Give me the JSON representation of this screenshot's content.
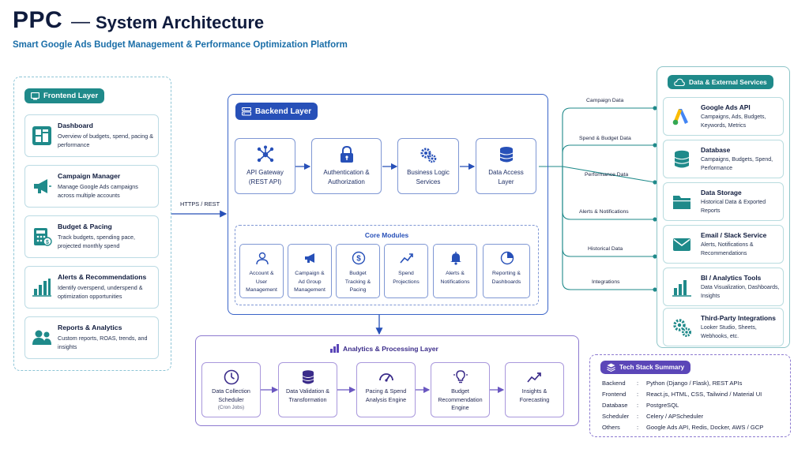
{
  "title": {
    "main": "PPC",
    "dash": "—",
    "sub": "System Architecture"
  },
  "subtitle": "Smart Google Ads Budget Management & Performance Optimization Platform",
  "frontend": {
    "label": "Frontend Layer",
    "cards": [
      {
        "title": "Dashboard",
        "desc": "Overview of budgets, spend, pacing & performance",
        "icon": "dashboard-icon"
      },
      {
        "title": "Campaign Manager",
        "desc": "Manage Google Ads campaigns across multiple accounts",
        "icon": "megaphone-icon"
      },
      {
        "title": "Budget & Pacing",
        "desc": "Track budgets, spending pace, projected monthly spend",
        "icon": "calculator-icon"
      },
      {
        "title": "Alerts & Recommendations",
        "desc": "Identify overspend, underspend & optimization opportunities",
        "icon": "bar-chart-icon"
      },
      {
        "title": "Reports & Analytics",
        "desc": "Custom reports, ROAS, trends, and insights",
        "icon": "users-icon"
      }
    ]
  },
  "connector_label": "HTTPS / REST",
  "backend": {
    "label": "Backend Layer",
    "boxes": [
      {
        "line1": "API Gateway",
        "line2": "(REST API)",
        "icon": "network-icon"
      },
      {
        "line1": "Authentication &",
        "line2": "Authorization",
        "icon": "lock-icon"
      },
      {
        "line1": "Business Logic",
        "line2": "Services",
        "icon": "gears-icon"
      },
      {
        "line1": "Data Access",
        "line2": "Layer",
        "icon": "database-icon"
      }
    ],
    "core_modules": {
      "label": "Core Modules",
      "items": [
        {
          "lines": [
            "Account &",
            "User",
            "Management"
          ],
          "icon": "user-icon"
        },
        {
          "lines": [
            "Campaign &",
            "Ad Group",
            "Management"
          ],
          "icon": "megaphone-icon"
        },
        {
          "lines": [
            "Budget",
            "Tracking &",
            "Pacing"
          ],
          "icon": "dollar-icon"
        },
        {
          "lines": [
            "Spend",
            "Projections"
          ],
          "icon": "trend-icon"
        },
        {
          "lines": [
            "Alerts &",
            "Notifications"
          ],
          "icon": "bell-icon"
        },
        {
          "lines": [
            "Reporting &",
            "Dashboards"
          ],
          "icon": "pie-icon"
        }
      ]
    }
  },
  "analytics": {
    "label": "Analytics & Processing Layer",
    "boxes": [
      {
        "lines": [
          "Data Collection",
          "Scheduler"
        ],
        "note": "(Cron Jobs)",
        "icon": "clock-icon"
      },
      {
        "lines": [
          "Data Validation &",
          "Transformation"
        ],
        "note": "",
        "icon": "database-icon"
      },
      {
        "lines": [
          "Pacing & Spend",
          "Analysis Engine"
        ],
        "note": "",
        "icon": "gauge-icon"
      },
      {
        "lines": [
          "Budget",
          "Recommendation",
          "Engine"
        ],
        "note": "",
        "icon": "lightbulb-icon"
      },
      {
        "lines": [
          "Insights &",
          "Forecasting"
        ],
        "note": "",
        "icon": "trend-icon"
      }
    ]
  },
  "data_external": {
    "label": "Data & External Services",
    "cards": [
      {
        "title": "Google Ads API",
        "desc": "Campaigns, Ads, Budgets, Keywords, Metrics",
        "icon": "google-ads-icon"
      },
      {
        "title": "Database",
        "desc": "Campaigns, Budgets, Spend, Performance",
        "icon": "database-icon"
      },
      {
        "title": "Data Storage",
        "desc": "Historical Data & Exported Reports",
        "icon": "folder-icon"
      },
      {
        "title": "Email / Slack Service",
        "desc": "Alerts, Notifications & Recommendations",
        "icon": "mail-icon"
      },
      {
        "title": "BI / Analytics Tools",
        "desc": "Data Visualization, Dashboards, Insights",
        "icon": "bar-chart-icon"
      },
      {
        "title": "Third-Party Integrations",
        "desc": "Looker Studio, Sheets, Webhooks, etc.",
        "icon": "gears-icon"
      }
    ]
  },
  "flows": [
    "Campaign Data",
    "Spend & Budget Data",
    "Performance Data",
    "Alerts & Notifications",
    "Historical Data",
    "Integrations"
  ],
  "tech_stack": {
    "label": "Tech Stack Summary",
    "rows": [
      {
        "key": "Backend",
        "value": "Python (Django / Flask), REST APIs"
      },
      {
        "key": "Frontend",
        "value": "React.js, HTML, CSS, Tailwind / Material UI"
      },
      {
        "key": "Database",
        "value": "PostgreSQL"
      },
      {
        "key": "Scheduler",
        "value": "Celery / APScheduler"
      },
      {
        "key": "Others",
        "value": "Google Ads API, Redis, Docker, AWS / GCP"
      }
    ]
  },
  "colors": {
    "teal": "#1f8a8a",
    "blue": "#2750b8",
    "purple": "#5b46b8"
  }
}
